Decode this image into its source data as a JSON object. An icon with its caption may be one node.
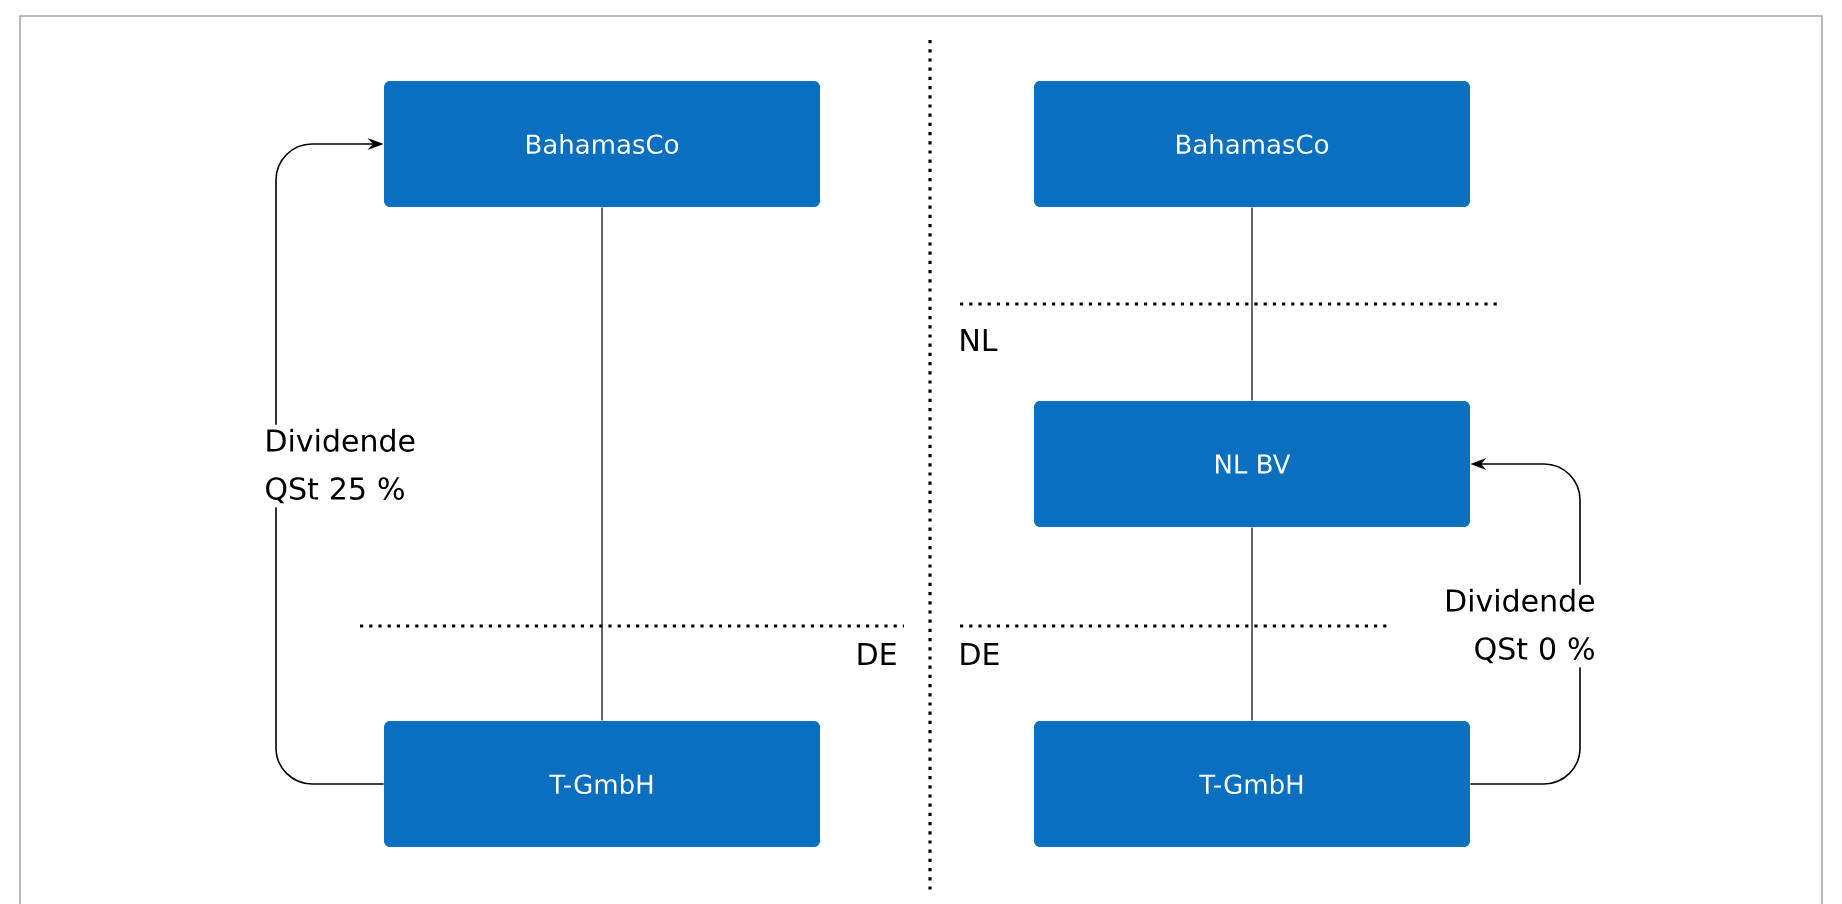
{
  "diagram": {
    "nodes": [
      {
        "text": [
          "BahamasCo"
        ]
      },
      {
        "text": [
          "T-GmbH"
        ]
      },
      {
        "text": [
          "BahamasCo"
        ]
      },
      {
        "text": [
          "NL BV"
        ]
      },
      {
        "text": [
          "T-GmbH"
        ]
      }
    ],
    "edges": [
      {
        "from": 0,
        "to": 1,
        "arrow": "none"
      },
      {
        "from": 1,
        "to": 0,
        "arrow": "to",
        "label": "Dividende QSt 25 %"
      },
      {
        "from": 2,
        "to": 3,
        "arrow": "none"
      },
      {
        "from": 3,
        "to": 4,
        "arrow": "none"
      },
      {
        "from": 4,
        "to": 3,
        "arrow": "to",
        "label": "Dividende QSt 0 %"
      }
    ],
    "labels": [
      "NL",
      "DE",
      "DE"
    ]
  }
}
